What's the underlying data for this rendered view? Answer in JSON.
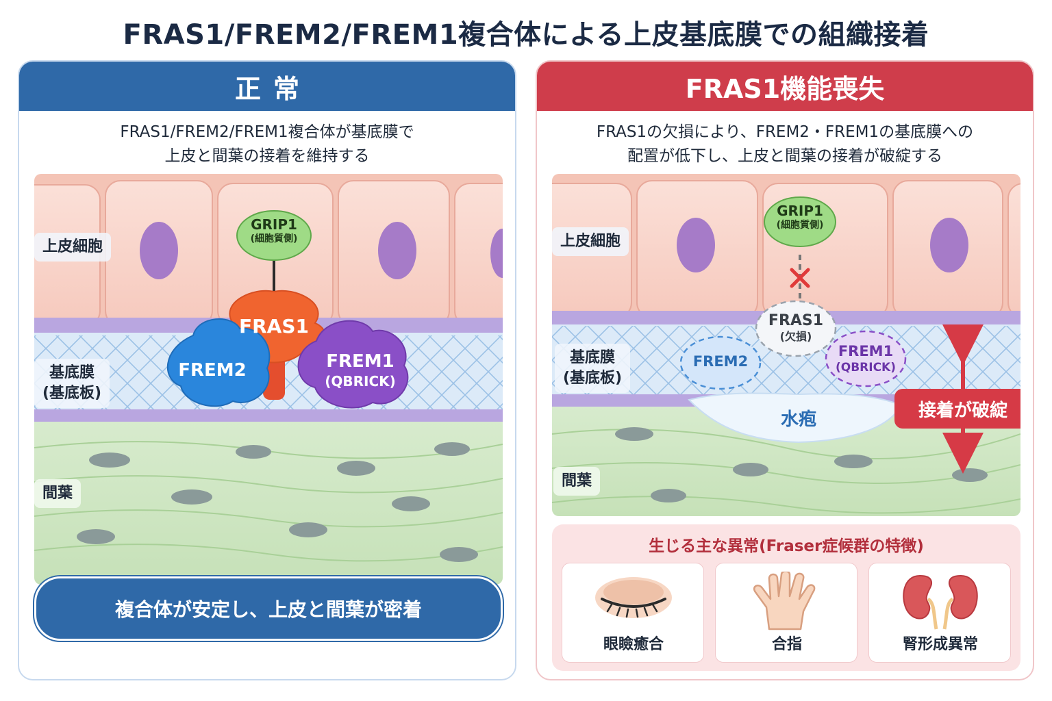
{
  "title": "FRAS1/FREM2/FREM1複合体による上皮基底膜での組織接着",
  "normal": {
    "header": "正常",
    "subtitle_line1": "FRAS1/FREM2/FREM1複合体が基底膜で",
    "subtitle_line2": "上皮と間葉の接着を維持する",
    "labels": {
      "epithelium": "上皮細胞",
      "basement_line1": "基底膜",
      "basement_line2": "(基底板)",
      "mesenchyme": "間葉"
    },
    "grip1": "GRIP1",
    "grip1_sub": "(細胞質側)",
    "fras1": "FRAS1",
    "frem2": "FREM2",
    "frem1": "FREM1",
    "frem1_sub": "(QBRICK)",
    "footer": "複合体が安定し、上皮と間葉が密着"
  },
  "loss": {
    "header": "FRAS1機能喪失",
    "subtitle_line1": "FRAS1の欠損により、FREM2・FREM1の基底膜への",
    "subtitle_line2": "配置が低下し、上皮と間葉の接着が破綻する",
    "labels": {
      "epithelium": "上皮細胞",
      "basement_line1": "基底膜",
      "basement_line2": "(基底板)",
      "mesenchyme": "間葉"
    },
    "grip1": "GRIP1",
    "grip1_sub": "(細胞質側)",
    "fras1": "FRAS1",
    "fras1_sub": "(欠損)",
    "frem2": "FREM2",
    "frem1": "FREM1",
    "frem1_sub": "(QBRICK)",
    "blister": "水疱",
    "break_label": "接着が破綻",
    "defects_title": "生じる主な異常(Fraser症候群の特徴)",
    "defects": [
      {
        "label": "眼瞼癒合",
        "icon": "closed-eye-icon"
      },
      {
        "label": "合指",
        "icon": "syndactyly-hand-icon"
      },
      {
        "label": "腎形成異常",
        "icon": "kidney-icon"
      }
    ]
  },
  "colors": {
    "normal_accent": "#2f69a8",
    "loss_accent": "#cf3d4b",
    "fras1": "#f0642f",
    "frem2": "#2a86dc",
    "frem1": "#8a4fc7",
    "grip1": "#8fd17a"
  }
}
